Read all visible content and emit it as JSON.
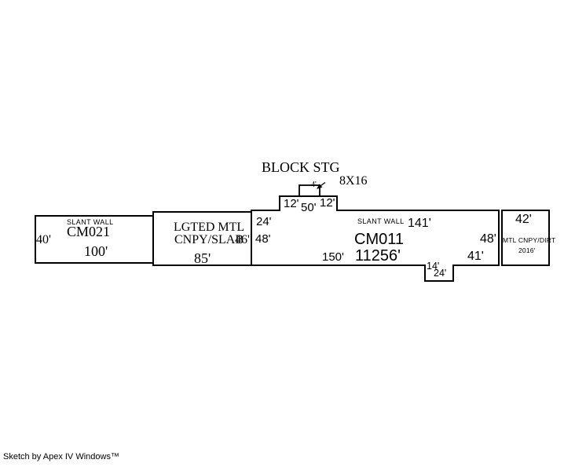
{
  "colors": {
    "line": "#000000",
    "background": "#ffffff"
  },
  "block_storage": {
    "title": "BLOCK STG",
    "size": "8X16",
    "offset_dim": "4'"
  },
  "building_cm021": {
    "wall_note": "SLANT WALL",
    "id": "CM021",
    "dim_bottom": "100'",
    "dim_left": "40'"
  },
  "canopy_lgted": {
    "name_line1": "LGTED MTL",
    "name_line2": "CNPY/SLAB",
    "dim_right": "46'",
    "dim_bottom": "85'"
  },
  "building_cm011": {
    "wall_note": "SLANT WALL",
    "id": "CM011",
    "area": "11256'",
    "bump_dim_left": "12'",
    "bump_dim_center": "50'",
    "bump_dim_right": "12'",
    "dim_upper_left": "24'",
    "dim_left": "48'",
    "dim_bottom": "150'",
    "dim_top": "141'",
    "dim_right": "48'",
    "dim_bottom_right": "41'",
    "notch_depth": "14'",
    "notch_width": "24'"
  },
  "canopy_mtl": {
    "dim_top": "42'",
    "name": "MTL CNPY/DIRT",
    "area": "2016'"
  },
  "footer": {
    "credit": "Sketch by Apex IV Windows™"
  }
}
